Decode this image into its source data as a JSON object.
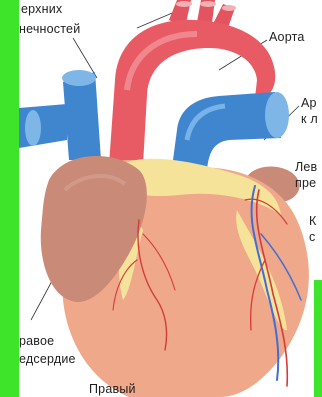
{
  "labels": {
    "upper_limbs_line1": "ерхних",
    "upper_limbs_line2": "нечностей",
    "aorta": "Аорта",
    "pulmonary_line1": "Ар",
    "pulmonary_line2": "к л",
    "left_atrium_line1": "Лев",
    "left_atrium_line2": "пре",
    "coronary_line1": "К",
    "coronary_line2": "с",
    "right_atrium_line1": "равое",
    "right_atrium_line2": "едсердие",
    "right_ventricle": "Правый"
  },
  "colors": {
    "frame_green": "#3ee42a",
    "aorta": "#e85a64",
    "vein_blue": "#3f86cf",
    "heart_muscle": "#f0a88a",
    "atrium": "#c98a78",
    "fat": "#f6e39a"
  }
}
